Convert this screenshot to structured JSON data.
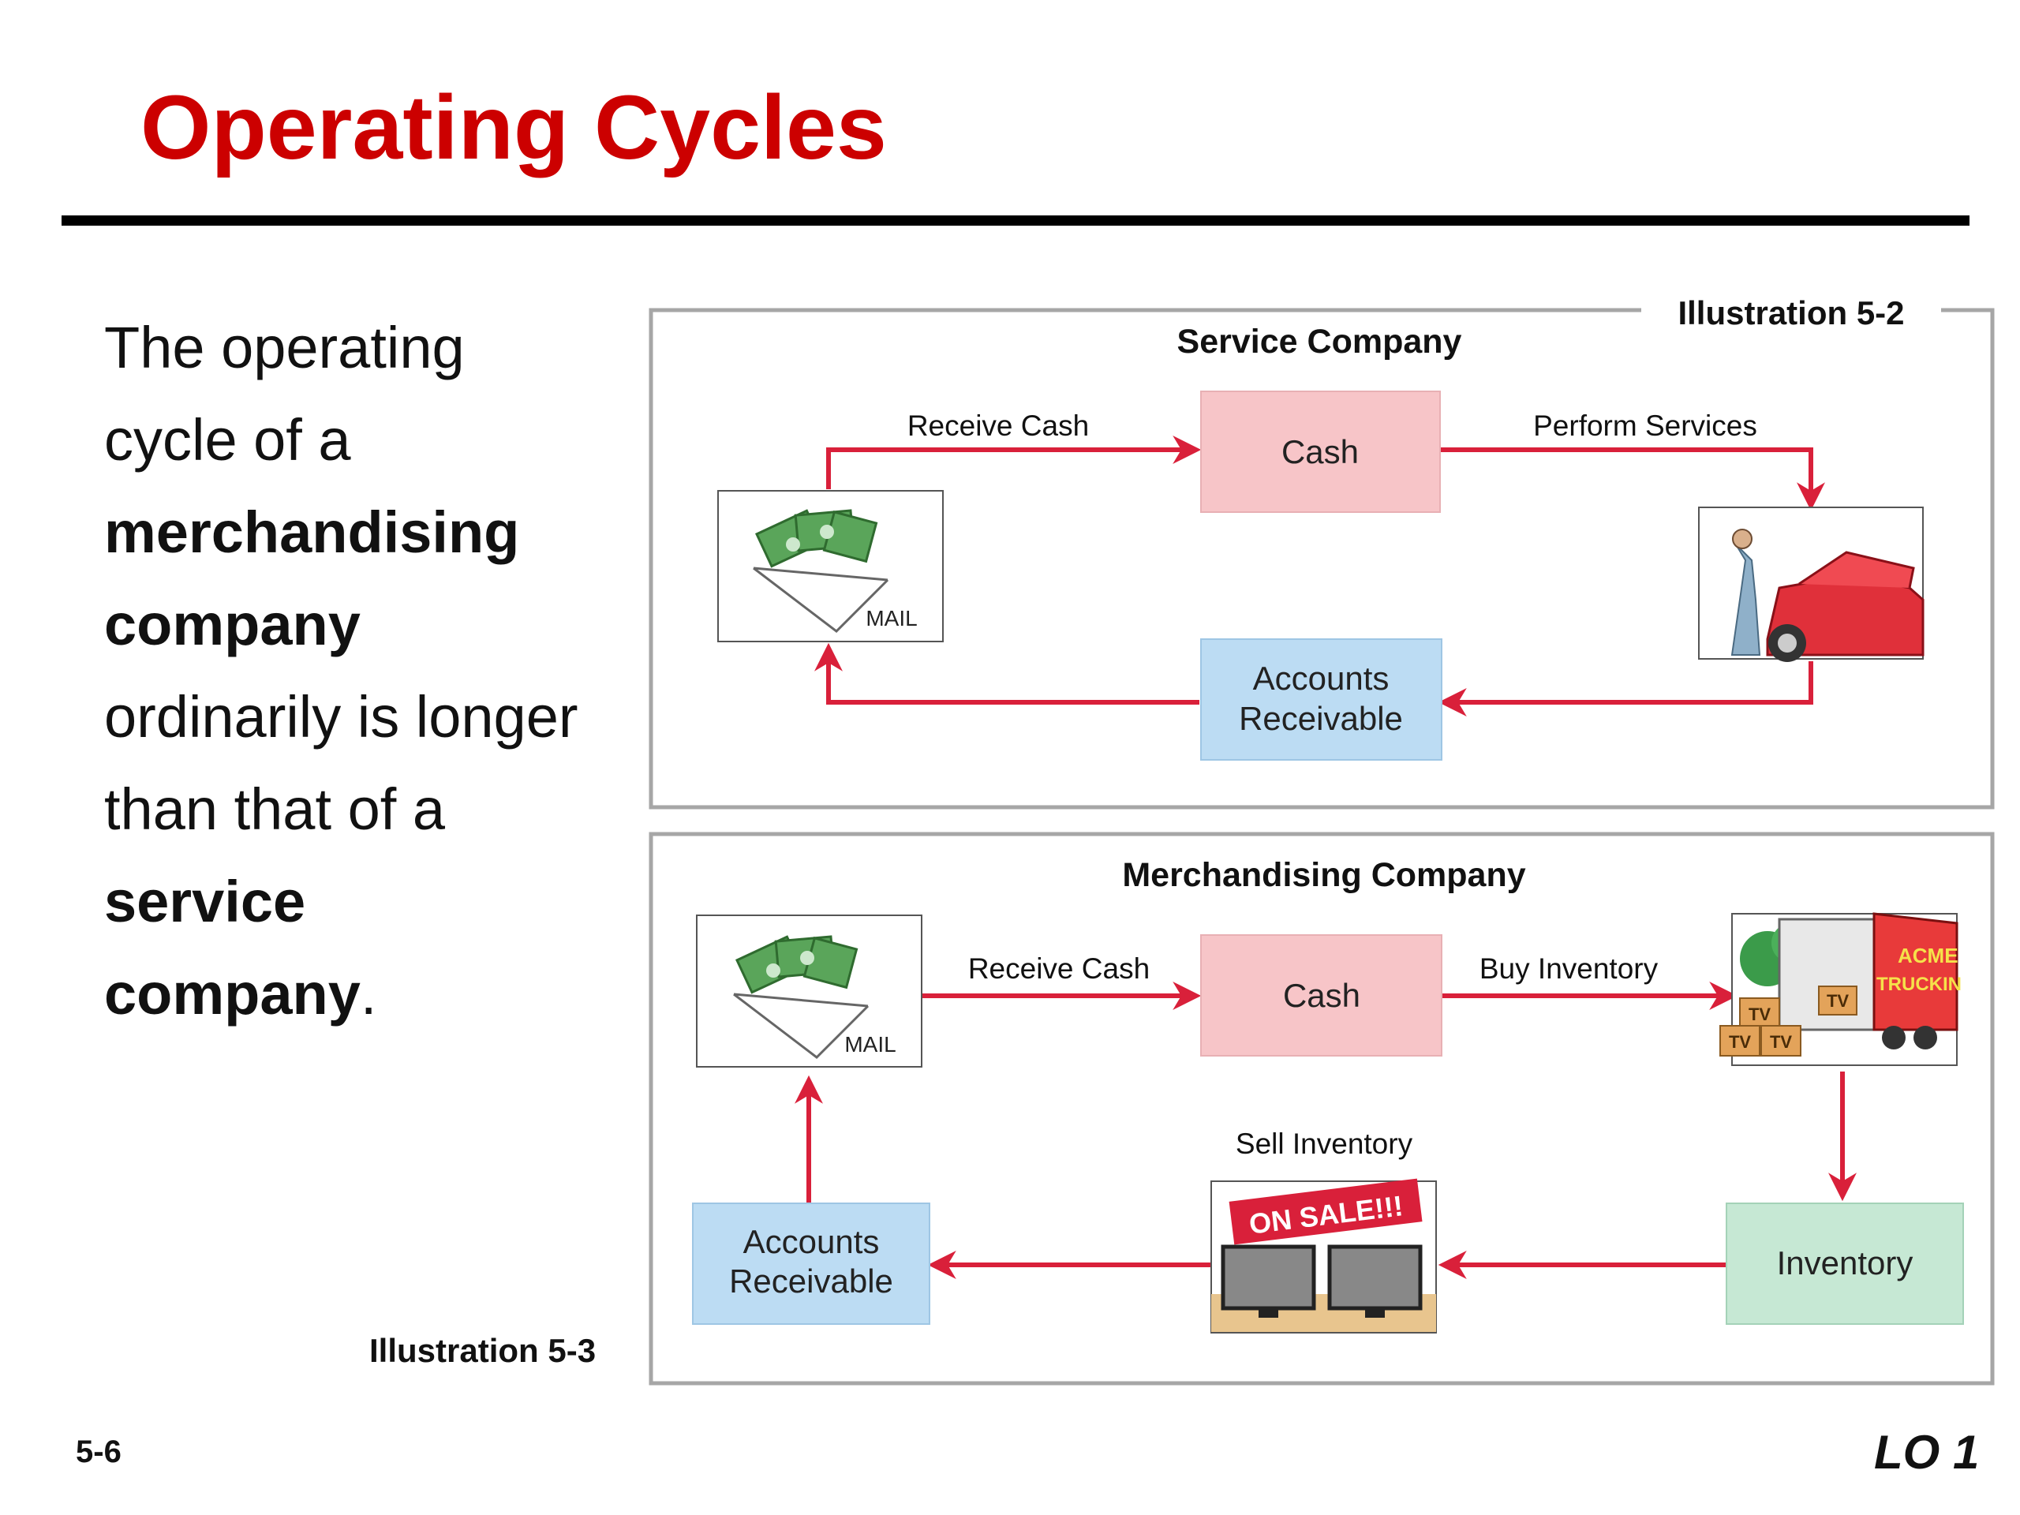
{
  "title": "Operating Cycles",
  "body": {
    "t1": "The operating",
    "t2": "cycle of a",
    "t3": "merchandising",
    "t4": "company",
    "t5": "ordinarily is longer",
    "t6": "than that of a",
    "t7": "service",
    "t8": "company",
    "t9": "."
  },
  "illustration_top_label": "Illustration 5-2",
  "illustration_bottom_label": "Illustration 5-3",
  "slide_number": "5-6",
  "learning_objective": "LO 1",
  "service": {
    "title": "Service Company",
    "receive_cash": "Receive Cash",
    "cash": "Cash",
    "perform_services": "Perform Services",
    "ar_line1": "Accounts",
    "ar_line2": "Receivable",
    "mail": "MAIL"
  },
  "merch": {
    "title": "Merchandising Company",
    "receive_cash": "Receive Cash",
    "cash": "Cash",
    "buy_inventory": "Buy Inventory",
    "sell_inventory": "Sell Inventory",
    "inventory": "Inventory",
    "ar_line1": "Accounts",
    "ar_line2": "Receivable",
    "mail": "MAIL",
    "on_sale": "ON SALE!!!",
    "truck_line1": "ACME",
    "truck_line2": "TRUCKIN",
    "tv": "TV"
  },
  "colors": {
    "title_red": "#cc0000",
    "arrow_red": "#d9203a",
    "cash_fill": "#f7c5c8",
    "ar_fill": "#bcdcf3",
    "inventory_fill": "#c6e8d4",
    "frame_gray": "#a6a6a6"
  },
  "icons": [
    "money-envelope-icon",
    "mechanic-car-icon",
    "delivery-truck-icon",
    "tv-sale-icon"
  ]
}
